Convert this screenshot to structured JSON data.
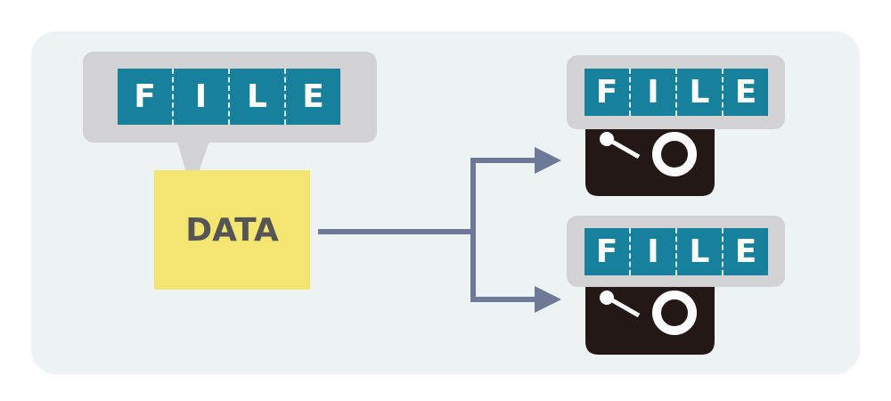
{
  "colors": {
    "panel_bg": "#edf2f5",
    "bubble": "#d2d2d4",
    "file_bar": "#17809a",
    "data_box": "#f4e570",
    "arrow": "#6e7897",
    "device": "#231815"
  },
  "source": {
    "file_letters": [
      "F",
      "I",
      "L",
      "E"
    ],
    "data_label": "DATA"
  },
  "targets": [
    {
      "file_letters": [
        "F",
        "I",
        "L",
        "E"
      ],
      "icon": "camera-device-icon"
    },
    {
      "file_letters": [
        "F",
        "I",
        "L",
        "E"
      ],
      "icon": "camera-device-icon"
    }
  ]
}
